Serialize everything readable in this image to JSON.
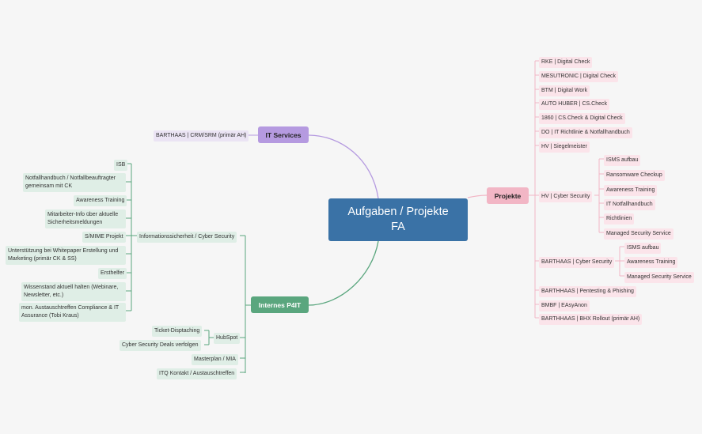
{
  "center": {
    "line1": "Aufgaben / Projekte",
    "line2": "FA"
  },
  "branches": {
    "it_services": "IT Services",
    "internes": "Internes P4IT",
    "projekte": "Projekte"
  },
  "it_services": {
    "items": [
      "BARTHAAS | CRM/SRM (primär AH)"
    ]
  },
  "internes": {
    "infosec": {
      "label": "Informationssicherheit / Cyber Security",
      "items": [
        "ISB",
        "Notfallhandbuch / Notfallbeauftragter gemeinsam mit CK",
        "Awareness Training",
        "Mitarbeiter-Info über aktuelle Sicherheitsmeldungen",
        "S/MIME Projekt",
        "Unterstützung bei Whitepaper Erstellung und Marketing (primär CK & SS)",
        "Ersthelfer",
        "Wissenstand aktuell halten (Webinare, Newsletter, etc.)",
        "mon. Austauschtreffen Compliance & IT Assurance (Tobi Kraus)"
      ]
    },
    "hubspot": {
      "label": "HubSpot",
      "items": [
        "Ticket-Disptaching",
        "Cyber Security Deals verfolgen"
      ]
    },
    "other": [
      "Masterplan / MIA",
      "ITQ Kontakt / Austauschtreffen"
    ]
  },
  "projekte": {
    "items": [
      "RKE | Digital Check",
      "MESUTRONIC | Digital Check",
      "BTM | Digital Work",
      "AUTO HUBER | CS.Check",
      "1860 | CS.Check & Digital Check",
      "DO | IT Richtlinie & Notfallhandbuch",
      "HV | Siegelmeister"
    ],
    "hv_cyber": {
      "label": "HV | Cyber Security",
      "items": [
        "ISMS aufbau",
        "Ransomware Checkup",
        "Awareness Training",
        "IT Notfallhandbuch",
        "Richtlinien",
        "Managed Security Service"
      ]
    },
    "barthaas_cyber": {
      "label": "BARTHAAS | Cyber Security",
      "items": [
        "ISMS aufbau",
        "Awareness Training",
        "Managed Security Service"
      ]
    },
    "more": [
      "BARTHHAAS | Pentesting & Phishing",
      "BMBF | EAsyAnon",
      "BARTHHAAS | BHX Rollout (primär AH)"
    ]
  },
  "colors": {
    "center": "#3a72a6",
    "it_services": "#b59ae0",
    "internes": "#5aa67e",
    "projekte": "#f2b6c5",
    "background": "#f6f6f6"
  }
}
